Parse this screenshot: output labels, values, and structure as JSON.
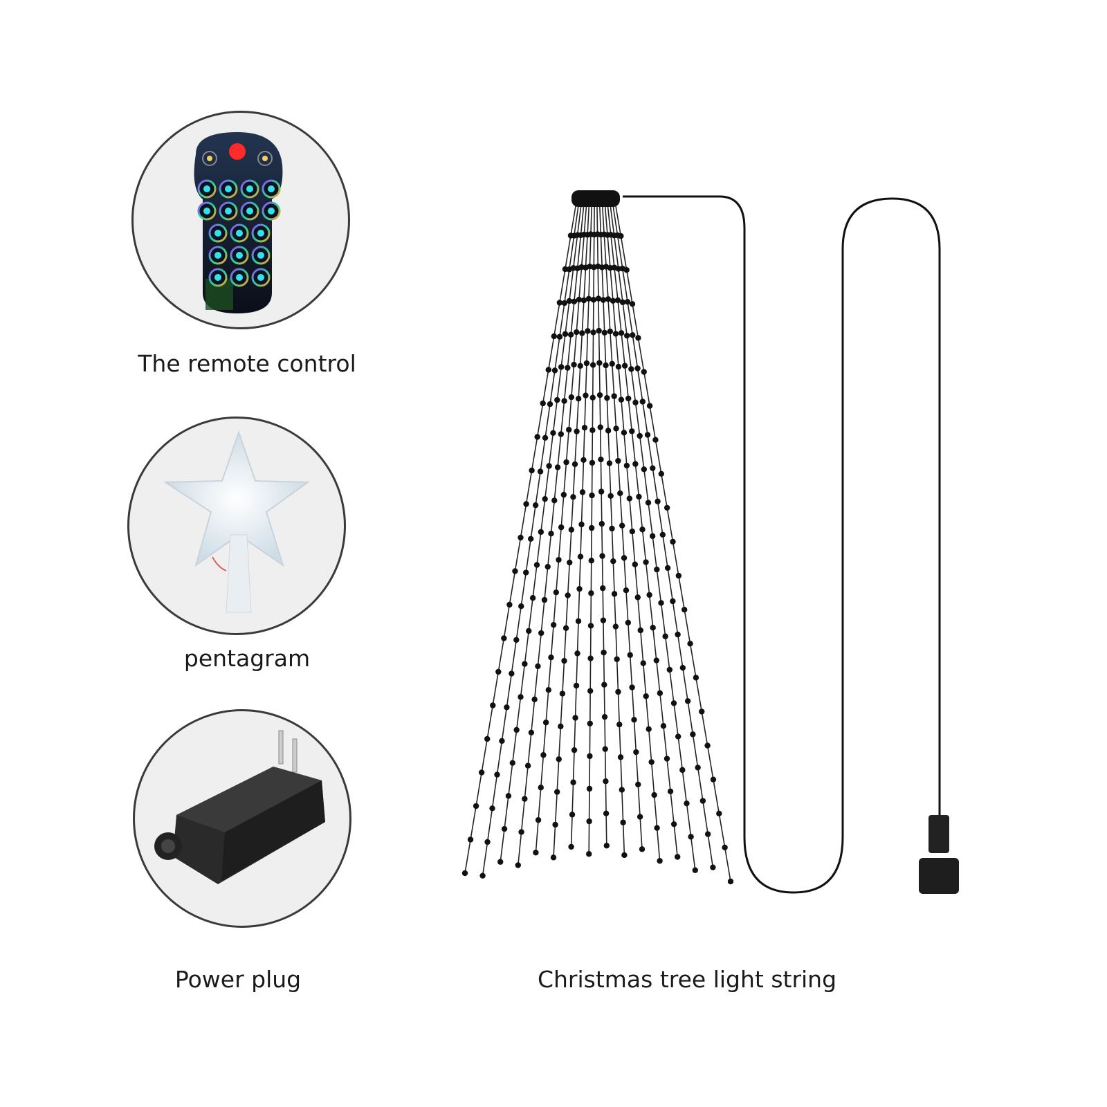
{
  "items": [
    {
      "label": "The remote control",
      "icon": "remote-control-icon"
    },
    {
      "label": "pentagram",
      "icon": "star-topper-icon"
    },
    {
      "label": "Power plug",
      "icon": "power-adapter-icon"
    }
  ],
  "main_product": {
    "label": "Christmas tree light string",
    "icon": "tree-light-string-icon"
  },
  "colors": {
    "cable": "#111111",
    "circle_border": "#3a3a3a",
    "circle_fill": "#efefef",
    "remote_body": "#0f1626",
    "power_button": "#ff2a2a",
    "button_glow": "#35e0e6"
  }
}
